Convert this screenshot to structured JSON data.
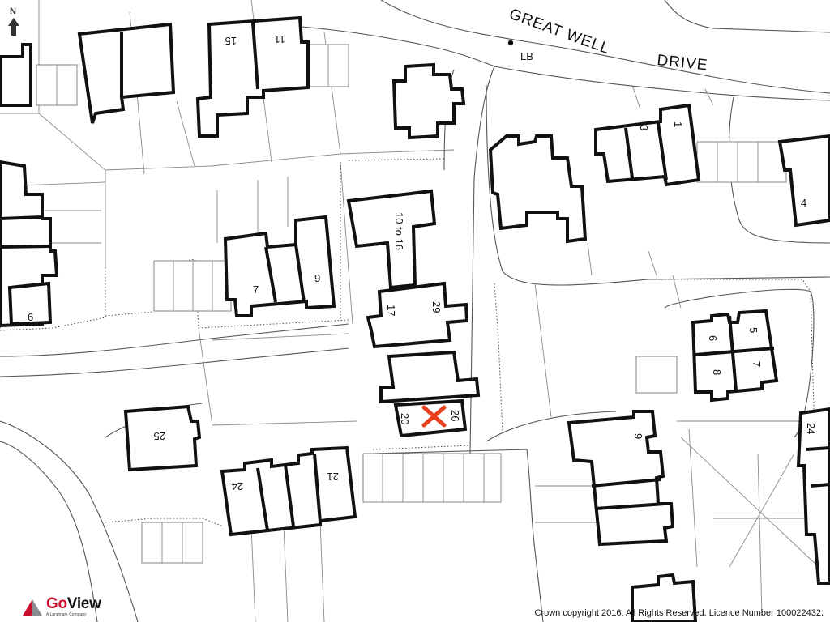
{
  "map": {
    "street_name_line1": "GREAT WELL",
    "street_name_line2": "DRIVE",
    "letter_box_label": "LB",
    "north_label": "N",
    "subject_marker_color": "#e8401c",
    "building_numbers": {
      "n15": "15",
      "n11": "11",
      "n7": "7",
      "n9": "9",
      "n6_left": "6",
      "n10to16": "10 to 16",
      "n17": "17",
      "n29": "29",
      "n20": "20",
      "n26": "26",
      "n25": "25",
      "n24_bottom": "24",
      "n21": "21",
      "n3": "3",
      "n1": "1",
      "n4": "4",
      "n6_block": "6",
      "n5": "5",
      "n8": "8",
      "n7_block": "7",
      "n9_right": "9",
      "n24_right": "24"
    }
  },
  "footer": {
    "copyright": "Crown copyright 2016. All Rights Reserved. Licence Number 100022432.",
    "logo_name_go": "Go",
    "logo_name_view": "View",
    "logo_tagline": "A Landmark Company"
  }
}
